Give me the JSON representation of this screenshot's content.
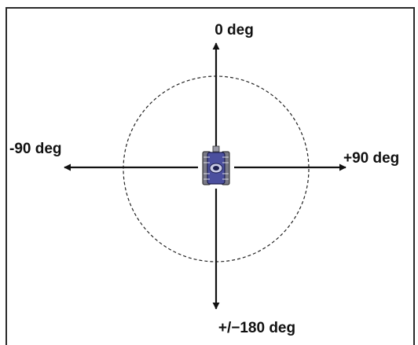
{
  "labels": {
    "top": "0 deg",
    "left": "-90 deg",
    "right": "+90 deg",
    "bottom": "+/−180 deg"
  },
  "colors": {
    "line": "#111111",
    "frame": "#2a2a2a",
    "robot_body": "#4b4f9e",
    "robot_dark": "#1d1f4e",
    "robot_track": "#7a7a86",
    "robot_light": "#c9cbe6"
  },
  "icons": {
    "center": "robot-icon"
  }
}
